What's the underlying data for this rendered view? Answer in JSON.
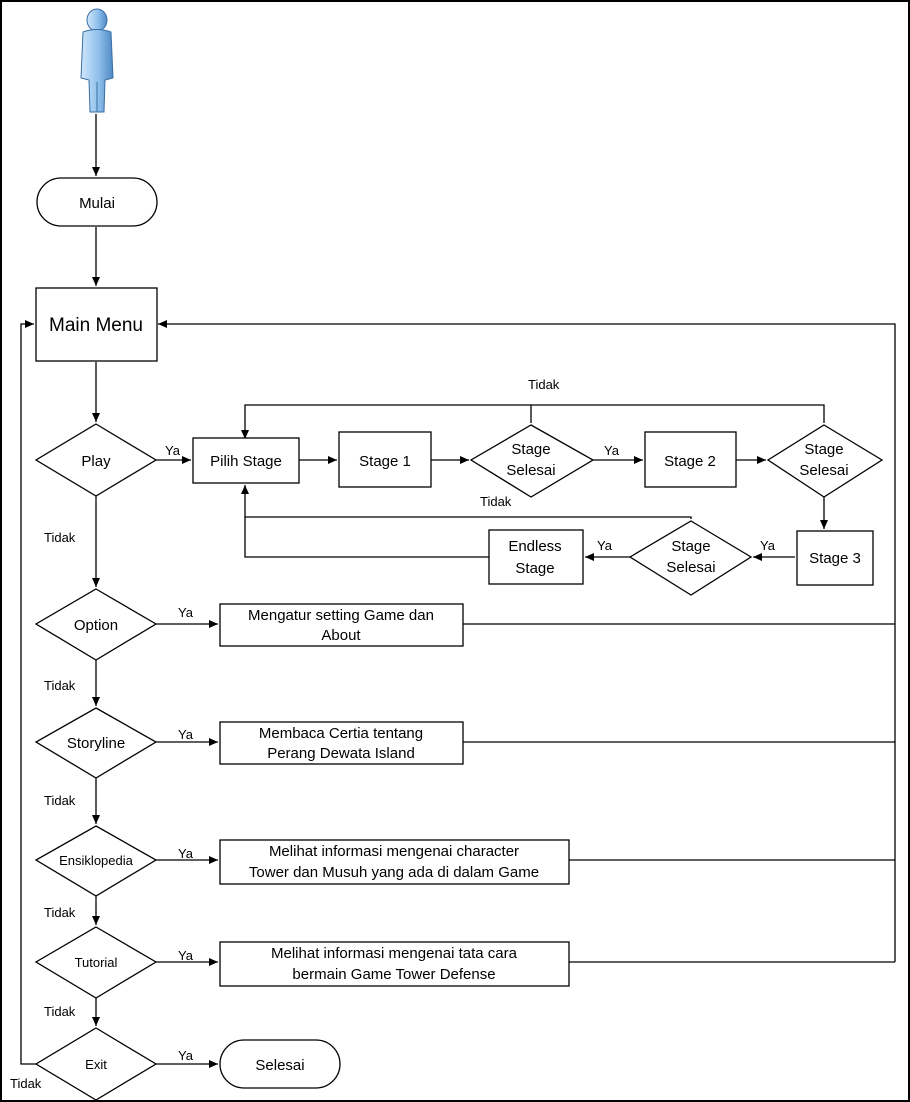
{
  "nodes": {
    "start": "Mulai",
    "main_menu": "Main Menu",
    "play": "Play",
    "pilih_stage": "Pilih Stage",
    "stage1": "Stage 1",
    "stage_selesai_1": [
      "Stage",
      "Selesai"
    ],
    "stage2": "Stage 2",
    "stage_selesai_2": [
      "Stage",
      "Selesai"
    ],
    "stage3": "Stage 3",
    "stage_selesai_3": [
      "Stage",
      "Selesai"
    ],
    "endless": [
      "Endless",
      "Stage"
    ],
    "option": "Option",
    "option_action": [
      "Mengatur setting Game dan",
      "About"
    ],
    "storyline": "Storyline",
    "storyline_action": [
      "Membaca Certia tentang",
      "Perang Dewata Island"
    ],
    "ensiklopedia": "Ensiklopedia",
    "ensiklopedia_action": [
      "Melihat informasi mengenai character",
      "Tower dan Musuh yang ada di dalam Game"
    ],
    "tutorial": "Tutorial",
    "tutorial_action": [
      "Melihat informasi mengenai tata cara",
      "bermain Game Tower Defense"
    ],
    "exit": "Exit",
    "end": "Selesai"
  },
  "edge_labels": {
    "yes": "Ya",
    "no": "Tidak"
  },
  "icons": {
    "actor": "user-figure-icon"
  },
  "colors": {
    "actor_body": "#8fc0ea",
    "actor_shade": "#4f88c6"
  }
}
